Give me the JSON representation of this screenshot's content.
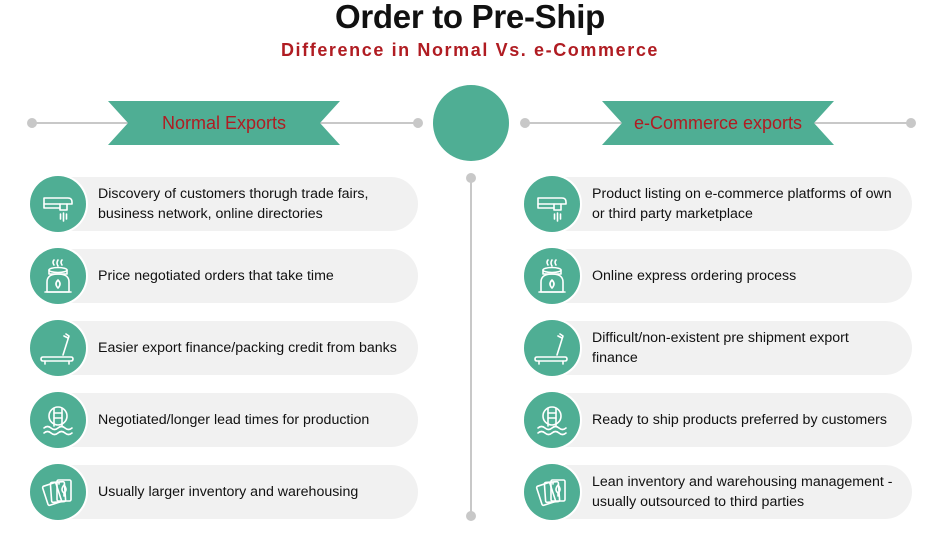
{
  "header": {
    "title": "Order to Pre-Ship",
    "subtitle": "Difference in Normal Vs. e-Commerce"
  },
  "colors": {
    "accent": "#4fae94",
    "title_red": "#b01c22",
    "row_bg": "#f1f1f1",
    "connector": "#c8c8c8"
  },
  "left": {
    "heading": "Normal Exports",
    "items": [
      {
        "icon": "faucet-icon",
        "text": "Discovery of customers thorugh trade fairs, business network, online directories"
      },
      {
        "icon": "oil-burner-icon",
        "text": "Price negotiated orders that take time"
      },
      {
        "icon": "treadmill-icon",
        "text": "Easier export finance/packing credit from banks"
      },
      {
        "icon": "pool-ladder-icon",
        "text": "Negotiated/longer lead times for production"
      },
      {
        "icon": "playing-cards-icon",
        "text": "Usually larger inventory and warehousing"
      }
    ]
  },
  "right": {
    "heading": "e-Commerce exports",
    "items": [
      {
        "icon": "faucet-icon",
        "text": "Product listing on e-commerce platforms of own or third party marketplace"
      },
      {
        "icon": "oil-burner-icon",
        "text": "Online express ordering process"
      },
      {
        "icon": "treadmill-icon",
        "text": "Difficult/non-existent pre shipment export finance"
      },
      {
        "icon": "pool-ladder-icon",
        "text": "Ready to ship products preferred by customers"
      },
      {
        "icon": "playing-cards-icon",
        "text": "Lean inventory and warehousing management - usually outsourced to third parties"
      }
    ]
  }
}
